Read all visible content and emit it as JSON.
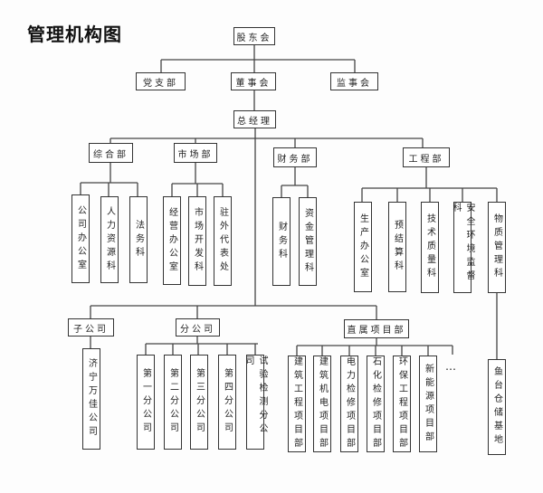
{
  "title": "管理机构图",
  "shareholders": "股东会",
  "party_branch": "党支部",
  "board": "董事会",
  "supervisors": "监事会",
  "general_manager": "总经理",
  "departments": {
    "general": {
      "label": "综合部",
      "children": [
        "公司办公室",
        "人力资源科",
        "法务科"
      ]
    },
    "market": {
      "label": "市场部",
      "children": [
        "经营办公室",
        "市场开发科",
        "驻外代表处"
      ]
    },
    "finance": {
      "label": "财务部",
      "children": [
        "财务科",
        "资金管理科"
      ]
    },
    "engineering": {
      "label": "工程部",
      "children": [
        "生产办公室",
        "预结算科",
        "技术质量科",
        "安全环境监督科",
        "物质管理科"
      ],
      "sub": "鱼台仓储基地"
    }
  },
  "subsidiary": {
    "label": "子公司",
    "children": [
      "济宁万佳公司"
    ]
  },
  "branches": {
    "label": "分公司",
    "children": [
      "第一分公司",
      "第二分公司",
      "第三分公司",
      "第四分公司",
      "试验检测分公司"
    ]
  },
  "direct_projects": {
    "label": "直属项目部",
    "children": [
      "建筑工程项目部",
      "建筑机电项目部",
      "电力检修项目部",
      "石化检修项目部",
      "环保工程项目部",
      "新能源项目部"
    ],
    "more": "…"
  }
}
